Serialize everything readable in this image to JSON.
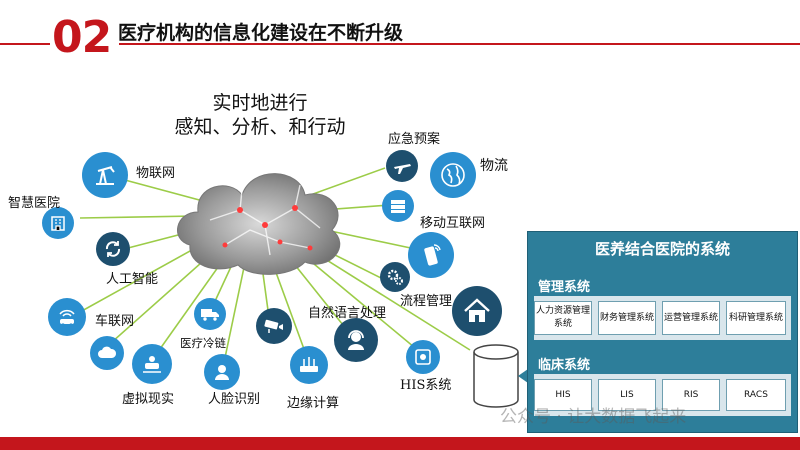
{
  "header": {
    "section_number": "02",
    "title": "医疗机构的信息化建设在不断升级"
  },
  "center": {
    "line1": "实时地进行",
    "line2": "感知、分析、和行动"
  },
  "nodes": {
    "iot": "物联网",
    "smart_hospital": "智慧医院",
    "ai": "人工智能",
    "iov": "车联网",
    "cold_chain": "医疗冷链",
    "vr": "虚拟现实",
    "face": "人脸识别",
    "edge": "边缘计算",
    "nlp": "自然语言处理",
    "his": "HIS系统",
    "workflow": "流程管理",
    "mobile": "移动互联网",
    "logistics": "物流",
    "emergency": "应急预案"
  },
  "panel": {
    "title": "医养结合医院的系统",
    "management": {
      "title": "管理系统",
      "items": [
        "人力资源管理系统",
        "财务管理系统",
        "运营管理系统",
        "科研管理系统"
      ]
    },
    "clinical": {
      "title": "临床系统",
      "items": [
        "HIS",
        "LIS",
        "RIS",
        "RACS"
      ]
    }
  },
  "watermark": "公众号 · 让大数据飞起来",
  "colors": {
    "accent": "#c4161c",
    "icon_blue": "#2a8fd0",
    "icon_dark": "#1e4f6e",
    "panel": "#2d7e9a",
    "line": "#9ccc48"
  }
}
